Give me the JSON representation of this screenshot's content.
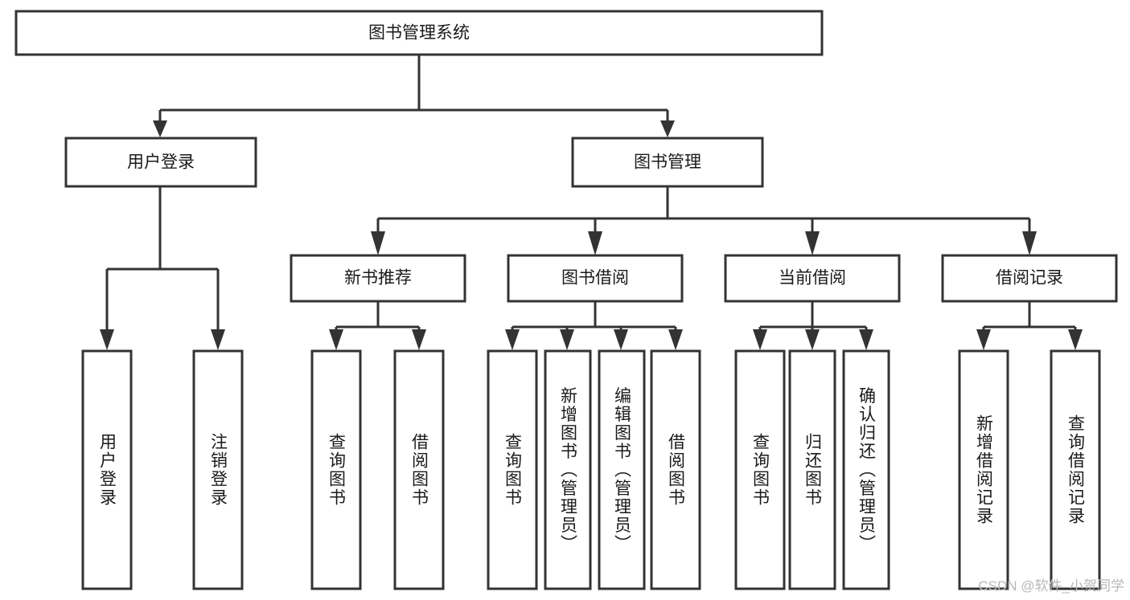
{
  "diagram": {
    "type": "hierarchy-tree",
    "title": "图书管理系统",
    "orientation": "top-down",
    "levels": 4,
    "root": {
      "id": "root",
      "label": "图书管理系统"
    },
    "level2": [
      {
        "id": "user-login",
        "label": "用户登录"
      },
      {
        "id": "book-management",
        "label": "图书管理"
      }
    ],
    "level3": [
      {
        "id": "new-book-recommend",
        "label": "新书推荐",
        "parent": "book-management"
      },
      {
        "id": "book-borrow",
        "label": "图书借阅",
        "parent": "book-management"
      },
      {
        "id": "current-borrow",
        "label": "当前借阅",
        "parent": "book-management"
      },
      {
        "id": "borrow-record",
        "label": "借阅记录",
        "parent": "book-management"
      }
    ],
    "leaves": [
      {
        "id": "leaf-user-login",
        "label": "用户登录",
        "parent": "user-login"
      },
      {
        "id": "leaf-logout-login",
        "label": "注销登录",
        "parent": "user-login"
      },
      {
        "id": "leaf-query-book-1",
        "label": "查询图书",
        "parent": "new-book-recommend"
      },
      {
        "id": "leaf-borrow-book-1",
        "label": "借阅图书",
        "parent": "new-book-recommend"
      },
      {
        "id": "leaf-query-book-2",
        "label": "查询图书",
        "parent": "book-borrow"
      },
      {
        "id": "leaf-add-book",
        "label": "新增图书（管理员）",
        "parent": "book-borrow"
      },
      {
        "id": "leaf-edit-book",
        "label": "编辑图书（管理员）",
        "parent": "book-borrow"
      },
      {
        "id": "leaf-borrow-book-2",
        "label": "借阅图书",
        "parent": "book-borrow"
      },
      {
        "id": "leaf-query-book-3",
        "label": "查询图书",
        "parent": "current-borrow"
      },
      {
        "id": "leaf-return-book",
        "label": "归还图书",
        "parent": "current-borrow"
      },
      {
        "id": "leaf-confirm-return",
        "label": "确认归还（管理员）",
        "parent": "current-borrow"
      },
      {
        "id": "leaf-add-record",
        "label": "新增借阅记录",
        "parent": "borrow-record"
      },
      {
        "id": "leaf-query-record",
        "label": "查询借阅记录",
        "parent": "borrow-record"
      }
    ],
    "watermark": "CSDN @软件_小贺同学",
    "colors": {
      "background": "#ffffff",
      "box_stroke": "#333333",
      "box_fill": "#ffffff",
      "text": "#1a1a1a",
      "watermark": "#b8b8b8"
    }
  }
}
